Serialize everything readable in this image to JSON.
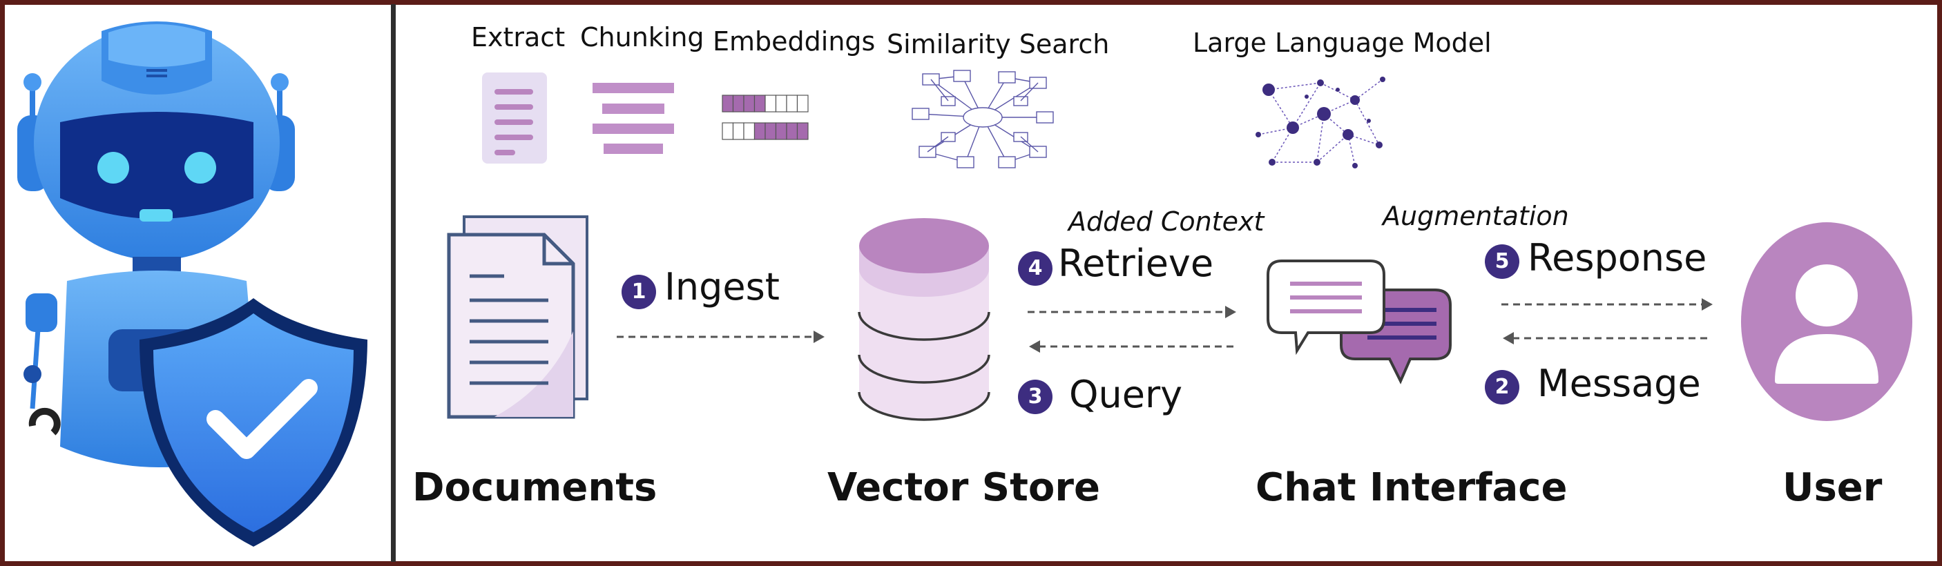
{
  "colors": {
    "border": "#5c1d18",
    "accent_purple": "#b985bf",
    "light_purple": "#ecdff0",
    "step_badge": "#3d2d80",
    "robot_blue": "#3f8fe8",
    "shield_dark": "#0c2a6b"
  },
  "icons": {
    "robot": "robot-icon",
    "shield": "shield-check-icon",
    "extract": "document-lines-icon",
    "chunking": "chunk-bars-icon",
    "embeddings": "vector-grid-icon",
    "similarity": "graph-cluster-icon",
    "llm": "neural-network-icon",
    "documents": "documents-icon",
    "vector_store": "database-icon",
    "chat": "chat-bubbles-icon",
    "user": "user-avatar-icon"
  },
  "top_labels": {
    "extract": "Extract",
    "chunking": "Chunking",
    "embeddings": "Embeddings",
    "similarity": "Similarity Search",
    "llm": "Large Language Model"
  },
  "steps": {
    "ingest": {
      "num": "1",
      "label": "Ingest"
    },
    "message": {
      "num": "2",
      "label": "Message"
    },
    "query": {
      "num": "3",
      "label": "Query"
    },
    "retrieve": {
      "num": "4",
      "label": "Retrieve"
    },
    "response": {
      "num": "5",
      "label": "Response"
    }
  },
  "annotations": {
    "added_context": "Added Context",
    "augmentation": "Augmentation"
  },
  "nodes": {
    "documents": "Documents",
    "vector_store": "Vector Store",
    "chat_interface": "Chat Interface",
    "user": "User"
  }
}
